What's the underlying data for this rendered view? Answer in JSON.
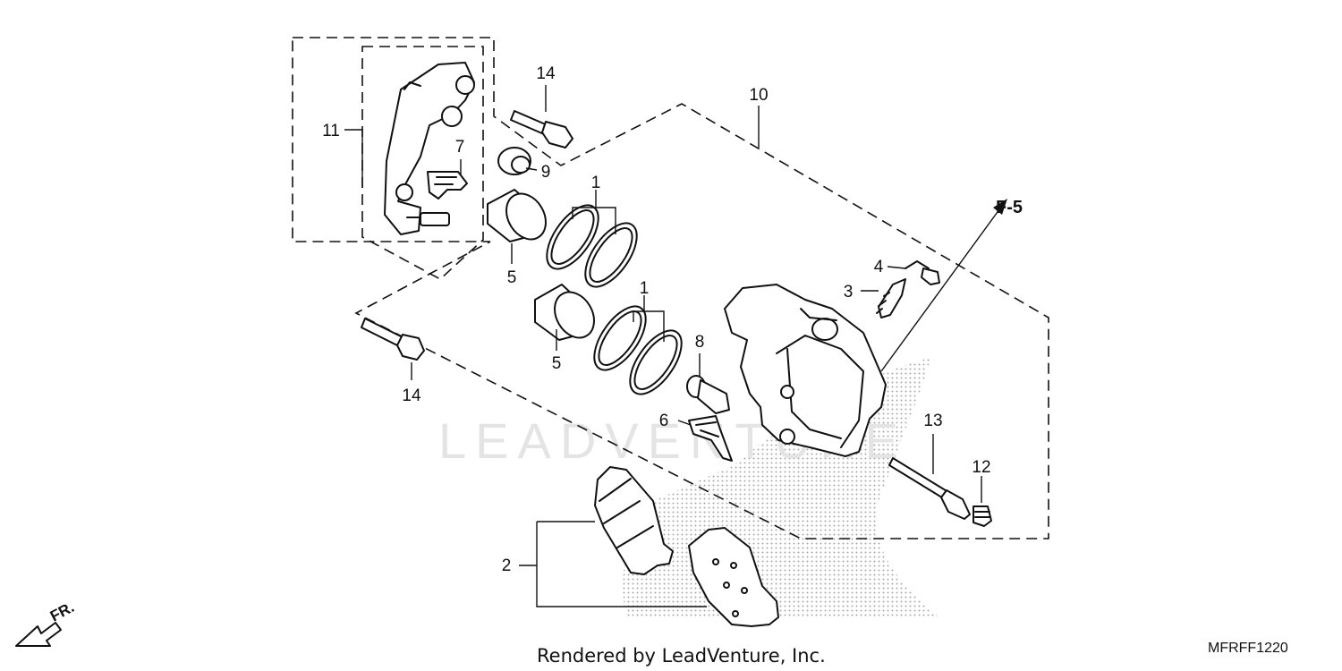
{
  "callouts": {
    "c1a": "1",
    "c1b": "1",
    "c2": "2",
    "c3": "3",
    "c4": "4",
    "c5a": "5",
    "c5b": "5",
    "c6": "6",
    "c7": "7",
    "c8": "8",
    "c9": "9",
    "c10": "10",
    "c11": "11",
    "c12": "12",
    "c13": "13",
    "c14a": "14",
    "c14b": "14"
  },
  "reference": "F-5",
  "direction_label": "FR.",
  "watermark": "LEADVENTURE",
  "footer": {
    "credit": "Rendered by LeadVenture, Inc.",
    "diagram_code": "MFRFF1220"
  },
  "colors": {
    "ink": "#111111",
    "watermark": "#e4e4e4",
    "halftone": "#9a9a9a"
  }
}
